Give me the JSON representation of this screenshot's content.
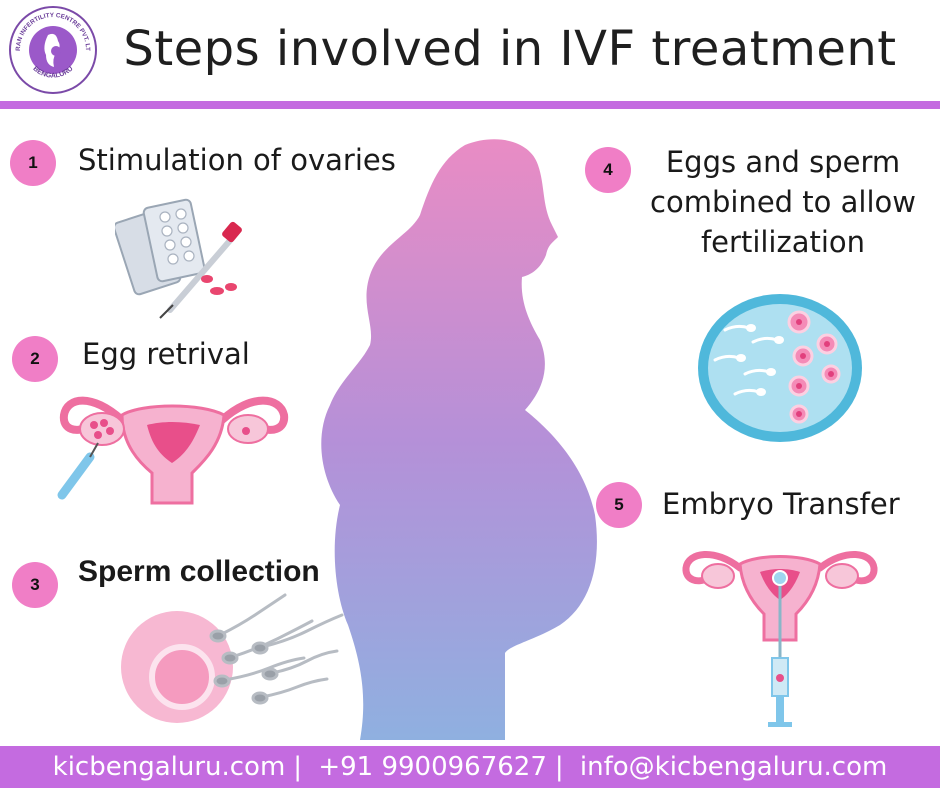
{
  "title": "Steps involved in IVF treatment",
  "logo": {
    "ring_text_top": "KIRAN INFERTILITY CENTRE PVT. LTD.",
    "ring_text_bottom": "BENGALURU",
    "icon": "mother-baby-logo-icon"
  },
  "steps": [
    {
      "number": "1",
      "label": "Stimulation of ovaries",
      "icon": "pills-syringe-icon"
    },
    {
      "number": "2",
      "label": "Egg retrival",
      "icon": "uterus-egg-retrieval-icon"
    },
    {
      "number": "3",
      "label": "Sperm collection",
      "icon": "egg-sperm-icon"
    },
    {
      "number": "4",
      "label_lines": [
        "Eggs and sperm",
        "combined to allow",
        "fertilization"
      ],
      "icon": "petri-dish-icon"
    },
    {
      "number": "5",
      "label": "Embryo Transfer",
      "icon": "uterus-embryo-transfer-icon"
    }
  ],
  "footer": {
    "website": "kicbengaluru.com",
    "separator": "|",
    "phone": "+91 9900967627",
    "email": "info@kicbengaluru.com"
  },
  "colors": {
    "accent": "#c46be0",
    "badge": "#f07ec6",
    "silhouette_top": "#e98cc4",
    "silhouette_bottom": "#8fb0e0"
  }
}
